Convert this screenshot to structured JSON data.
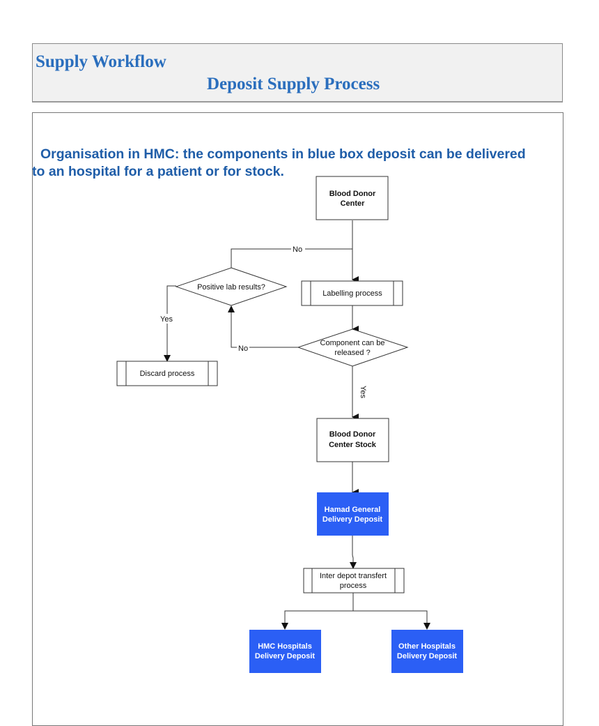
{
  "header": {
    "title": "Supply Workflow",
    "subtitle": "Deposit Supply Process"
  },
  "intro": {
    "line1": "Organisation in HMC: the components in blue box deposit can be delivered",
    "line2": "to an hospital for a patient or for stock."
  },
  "colors": {
    "heading": "#2a6ebd",
    "intro_text": "#1f5da8",
    "deposit_fill": "#2b5ff5",
    "line": "#333333"
  },
  "nodes": {
    "blood_donor_center": {
      "line1": "Blood Donor",
      "line2": "Center",
      "shape": "box"
    },
    "labelling_process": {
      "label": "Labelling process",
      "shape": "subprocess"
    },
    "positive_lab_results": {
      "label": "Positive lab results?",
      "shape": "decision"
    },
    "component_released": {
      "line1": "Component can be",
      "line2": "released ?",
      "shape": "decision"
    },
    "discard_process": {
      "label": "Discard process",
      "shape": "subprocess"
    },
    "blood_donor_center_stock": {
      "line1": "Blood Donor",
      "line2": "Center Stock",
      "shape": "box"
    },
    "hamad_general_deposit": {
      "line1": "Hamad General",
      "line2": "Delivery Deposit",
      "shape": "deposit"
    },
    "inter_depot_transfert": {
      "line1": "Inter depot transfert",
      "line2": "process",
      "shape": "subprocess"
    },
    "hmc_hospitals_deposit": {
      "line1": "HMC Hospitals",
      "line2": "Delivery Deposit",
      "shape": "deposit"
    },
    "other_hospitals_deposit": {
      "line1": "Other Hospitals",
      "line2": "Delivery Deposit",
      "shape": "deposit"
    }
  },
  "edges": {
    "no_top": "No",
    "no_left": "No",
    "yes_discard": "Yes",
    "yes_release": "Yes"
  }
}
